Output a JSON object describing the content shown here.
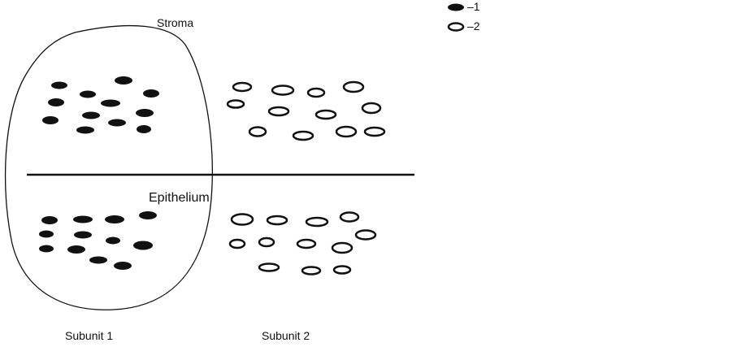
{
  "labels": {
    "stroma": "Stroma",
    "epithelium": "Epithelium",
    "subunit1": "Subunit 1",
    "subunit2": "Subunit 2"
  },
  "legend": [
    {
      "symbol": "filled-ellipse-icon",
      "label": "–1"
    },
    {
      "symbol": "hollow-ellipse-icon",
      "label": "–2"
    }
  ],
  "colors": {
    "ink": "#111111",
    "background": "#ffffff"
  }
}
